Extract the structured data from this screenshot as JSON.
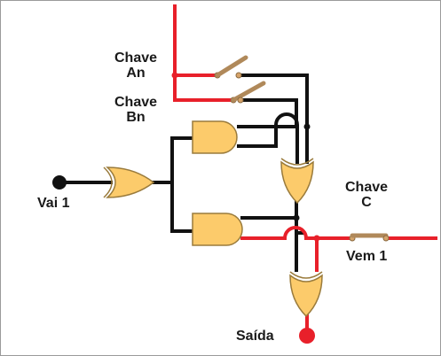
{
  "labels": {
    "switch_an": {
      "line1": "Chave",
      "line2": "An"
    },
    "switch_bn": {
      "line1": "Chave",
      "line2": "Bn"
    },
    "switch_c": {
      "line1": "Chave",
      "line2": "C"
    },
    "input_1": "Vai 1",
    "input_2": "Vem 1",
    "output": "Saída"
  },
  "colors": {
    "wire_off": "#111111",
    "wire_on": "#e8202a",
    "gate_fill": "#fccb6b",
    "gate_stroke": "#9a7b3c",
    "switch_body": "#b0895a",
    "frame": "#9a9a9a"
  },
  "components": {
    "gates": [
      "or-gate",
      "and-gate-top",
      "and-gate-bottom",
      "xor-gate-middle",
      "xor-gate-bottom"
    ],
    "switches": [
      "switch-an",
      "switch-bn",
      "switch-c"
    ]
  }
}
